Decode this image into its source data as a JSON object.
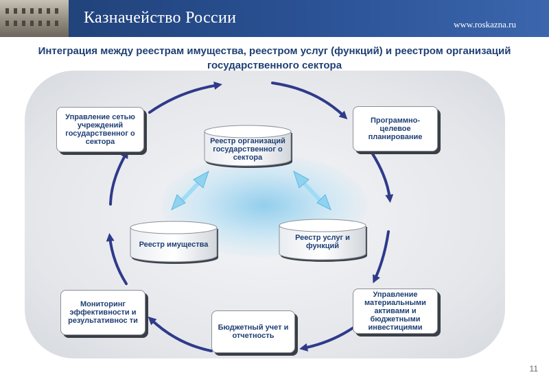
{
  "header": {
    "title": "Казначейство России",
    "url": "www.roskazna.ru"
  },
  "subtitle": "Интеграция между реестрам имущества, реестром услуг (функций) и реестром организаций государственного сектора",
  "nodes": {
    "network_management": "Управление сетью учреждений государственног о сектора",
    "program_planning": "Программно-целевое планирование",
    "asset_management": "Управление материальными активами и бюджетными инвестициями",
    "budget_accounting": "Бюджетный учет и отчетность",
    "monitoring": "Мониторинг эффективности и результативнос ти"
  },
  "registries": {
    "organizations": "Реестр организаций государственног о сектора",
    "property": "Реестр имущества",
    "services": "Реестр услуг и функций"
  },
  "colors": {
    "header_blue": "#2a5194",
    "title_blue": "#1f3f74",
    "cycle_arrow": "#2f3a8a",
    "double_arrow": "#8fd3f0"
  },
  "page_number": "11"
}
